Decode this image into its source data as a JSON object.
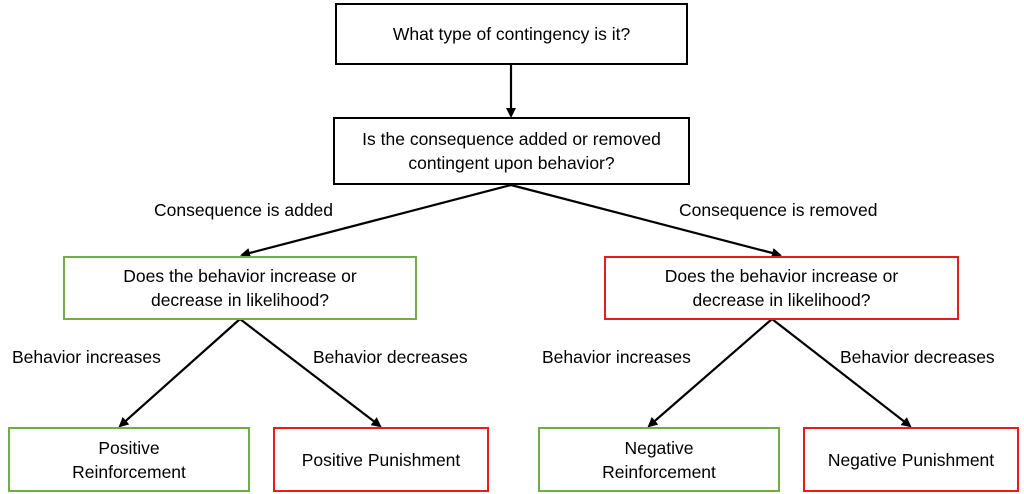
{
  "nodes": {
    "root": "What type of contingency is it?",
    "consequence_question": "Is the consequence added or removed\ncontingent upon behavior?",
    "added_question": "Does the behavior increase or\ndecrease in likelihood?",
    "removed_question": "Does the behavior increase or\ndecrease in likelihood?",
    "positive_reinforcement": "Positive\nReinforcement",
    "positive_punishment": "Positive Punishment",
    "negative_reinforcement": "Negative\nReinforcement",
    "negative_punishment": "Negative Punishment"
  },
  "edge_labels": {
    "added": "Consequence is added",
    "removed": "Consequence is removed",
    "left_increases": "Behavior increases",
    "left_decreases": "Behavior decreases",
    "right_increases": "Behavior increases",
    "right_decreases": "Behavior decreases"
  },
  "colors": {
    "neutral": "#000000",
    "reinforcement": "#70ad47",
    "punishment": "#e81c1c"
  }
}
